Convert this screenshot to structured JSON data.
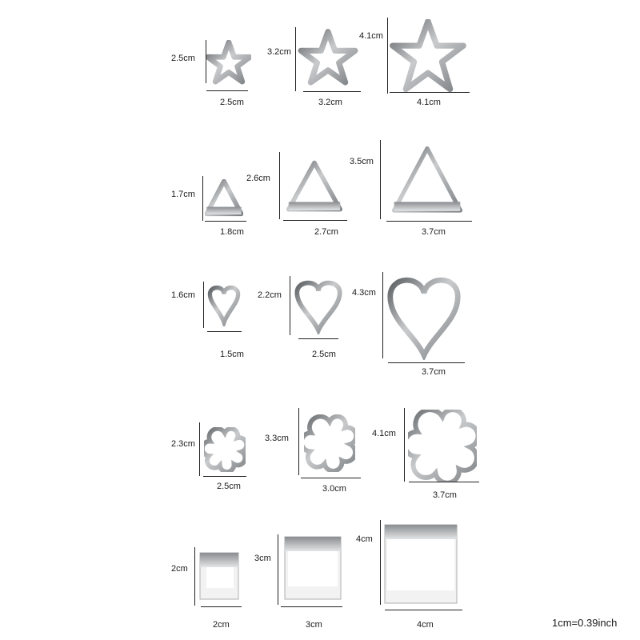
{
  "rows": [
    {
      "shape": "star",
      "items": [
        {
          "height_label": "2.5cm",
          "width_label": "2.5cm"
        },
        {
          "height_label": "3.2cm",
          "width_label": "3.2cm"
        },
        {
          "height_label": "4.1cm",
          "width_label": "4.1cm"
        }
      ]
    },
    {
      "shape": "triangle",
      "items": [
        {
          "height_label": "1.7cm",
          "width_label": "1.8cm"
        },
        {
          "height_label": "2.6cm",
          "width_label": "2.7cm"
        },
        {
          "height_label": "3.5cm",
          "width_label": "3.7cm"
        }
      ]
    },
    {
      "shape": "heart",
      "items": [
        {
          "height_label": "1.6cm",
          "width_label": "1.5cm"
        },
        {
          "height_label": "2.2cm",
          "width_label": "2.5cm"
        },
        {
          "height_label": "4.3cm",
          "width_label": "3.7cm"
        }
      ]
    },
    {
      "shape": "flower",
      "items": [
        {
          "height_label": "2.3cm",
          "width_label": "2.5cm"
        },
        {
          "height_label": "3.3cm",
          "width_label": "3.0cm"
        },
        {
          "height_label": "4.1cm",
          "width_label": "3.7cm"
        }
      ]
    },
    {
      "shape": "square",
      "items": [
        {
          "height_label": "2cm",
          "width_label": "2cm"
        },
        {
          "height_label": "3cm",
          "width_label": "3cm"
        },
        {
          "height_label": "4cm",
          "width_label": "4cm"
        }
      ]
    }
  ],
  "conversion_note": "1cm=0.39inch",
  "colors": {
    "metal_dark": "#6f7275",
    "metal_light": "#d9dadb",
    "background": "#ffffff"
  }
}
